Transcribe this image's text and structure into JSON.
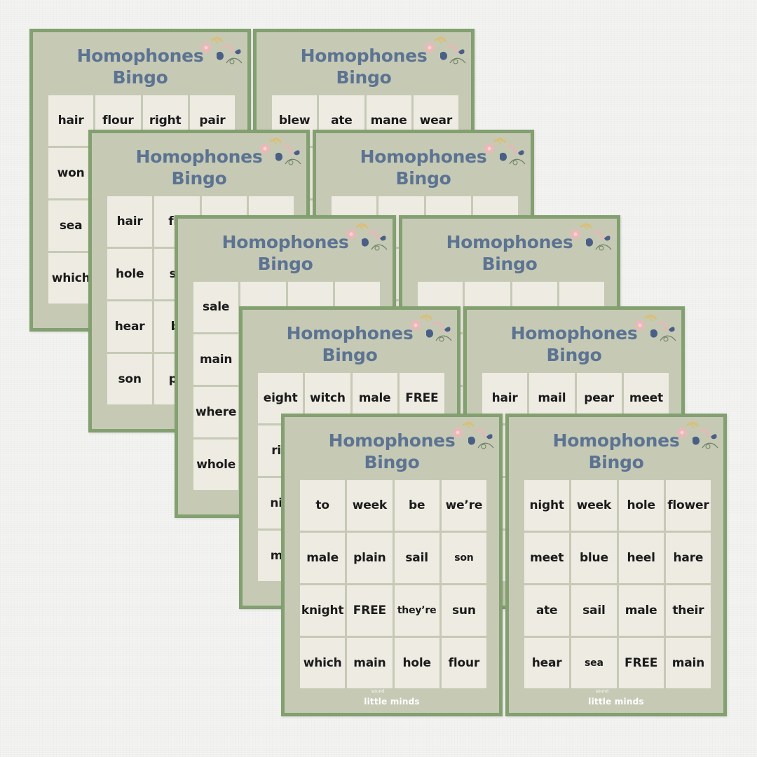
{
  "cards": [
    {
      "title": "Homophones Bingo",
      "cells": [
        "hair",
        "flour",
        "right",
        "pair",
        "won",
        "",
        "",
        "",
        "sea",
        "",
        "",
        "",
        "which",
        "",
        "",
        ""
      ]
    },
    {
      "title": "Homophones Bingo",
      "cells": [
        "blew",
        "ate",
        "mane",
        "wear",
        "",
        "",
        "",
        "",
        "",
        "",
        "",
        "",
        "",
        "",
        "",
        ""
      ]
    },
    {
      "title": "Homophones Bingo",
      "cells": [
        "hair",
        "flo",
        "",
        "",
        "hole",
        "so",
        "",
        "",
        "hear",
        "bl",
        "",
        "",
        "son",
        "pe",
        "",
        ""
      ]
    },
    {
      "title": "Homophones Bingo",
      "cells": [
        "",
        "",
        "",
        "",
        "",
        "",
        "",
        "",
        "",
        "",
        "",
        "",
        "",
        "",
        "",
        ""
      ]
    },
    {
      "title": "Homophones Bingo",
      "cells": [
        "sale",
        "",
        "",
        "",
        "main",
        "",
        "",
        "",
        "where",
        "",
        "",
        "",
        "whole",
        "",
        "",
        ""
      ]
    },
    {
      "title": "Homophones Bingo",
      "cells": [
        "",
        "",
        "",
        "",
        "",
        "",
        "",
        "",
        "",
        "",
        "",
        "",
        "",
        "",
        "",
        ""
      ]
    },
    {
      "title": "Homophones Bingo",
      "cells": [
        "eight",
        "witch",
        "male",
        "FREE",
        "rig",
        "",
        "",
        "",
        "nig",
        "",
        "",
        "",
        "me",
        "",
        "",
        ""
      ]
    },
    {
      "title": "Homophones Bingo",
      "cells": [
        "hair",
        "mail",
        "pear",
        "meet",
        "",
        "",
        "",
        "",
        "",
        "",
        "",
        "",
        "",
        "",
        "",
        ""
      ]
    },
    {
      "title": "Homophones Bingo",
      "cells": [
        "to",
        "week",
        "be",
        "we’re",
        "male",
        "plain",
        "sail",
        "son",
        "knight",
        "FREE",
        "they’re",
        "sun",
        "which",
        "main",
        "hole",
        "flour"
      ],
      "brand": {
        "tag": "sound",
        "name": "little minds"
      }
    },
    {
      "title": "Homophones Bingo",
      "cells": [
        "night",
        "week",
        "hole",
        "flower",
        "meet",
        "blue",
        "heel",
        "hare",
        "ate",
        "sail",
        "male",
        "their",
        "hear",
        "sea",
        "FREE",
        "main"
      ],
      "brand": {
        "tag": "sound",
        "name": "little minds"
      }
    }
  ],
  "colors": {
    "card_bg": "#c6cab5",
    "border": "#83a070",
    "title": "#5c7392",
    "cell_bg": "#eeebe2"
  }
}
